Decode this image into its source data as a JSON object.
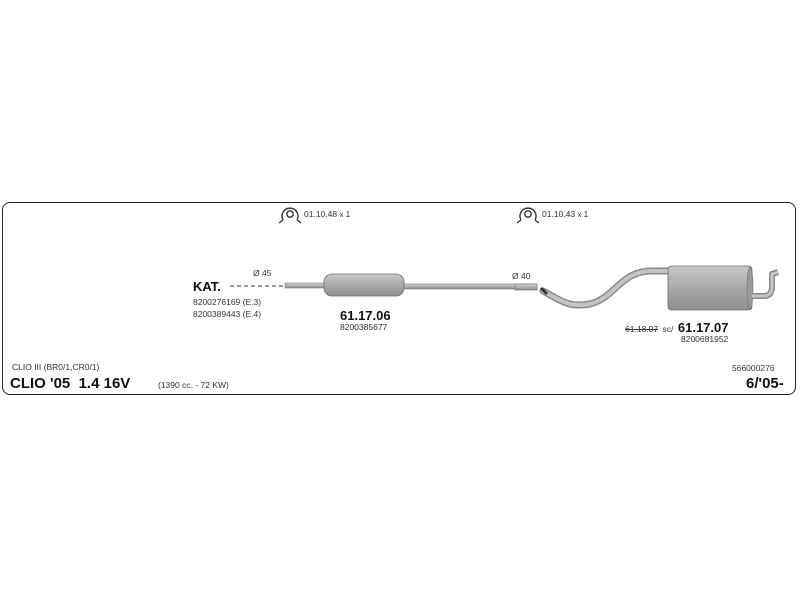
{
  "clamps": [
    {
      "code": "01.10.48",
      "qty": "x 1"
    },
    {
      "code": "01.10.43",
      "qty": "x 1"
    }
  ],
  "front": {
    "label": "KAT.",
    "oems": [
      "8200276169 (E.3)",
      "8200389443 (E.4)"
    ],
    "diameter": "Ø 45"
  },
  "middle": {
    "part": "61.17.06",
    "oem": "8200385677",
    "diameter": "Ø 40"
  },
  "rear": {
    "old_part": "61.18.07",
    "sc": "sc/",
    "part": "61.17.07",
    "oem": "8200681952"
  },
  "vehicle": {
    "model_line": "CLIO III (BR0/1,CR0/1)",
    "name": "CLIO '05",
    "engine": "1.4 16V",
    "spec": "(1390 cc. - 72 KW)",
    "code": "566000276",
    "from": "6/'05-"
  },
  "colors": {
    "pipe": "#b9b9b9",
    "pipe_edge": "#7a7a7a",
    "muffler": "#a8a8a8",
    "outline": "#222222"
  }
}
